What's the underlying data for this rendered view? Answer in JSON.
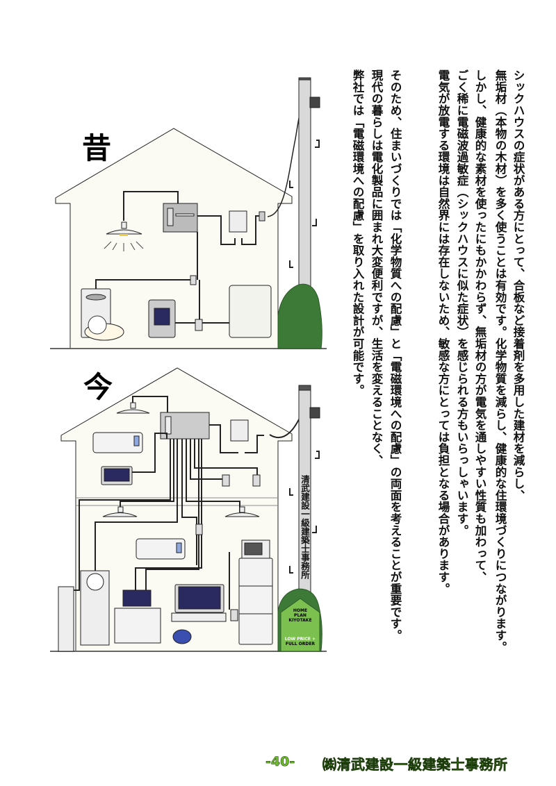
{
  "illustration": {
    "before_label": "昔",
    "after_label": "今",
    "pole_sign": "清武建設一級建築士事務所",
    "logo": {
      "line1": "HOME",
      "line2": "PLAN",
      "line3": "KIYOTAKE",
      "tagline1": "LOW PRICE +",
      "tagline2": "FULL ORDER"
    }
  },
  "body": {
    "columns": [
      "シックハウスの症状がある方にとって、合板など接着剤を多用した建材を減らし、",
      "無垢材（本物の木材）を多く使うことは有効です。化学物質を減らし、健康的な住環境づくりにつながります。",
      "しかし、健康的な素材を使ったにもかかわらず、無垢材の方が電気を通しやすい性質も加わって、",
      "ごく稀に電磁波過敏症（シックハウスに似た症状）を感じられる方もいらっしゃいます。",
      "電気が放電する環境は自然界には存在しないため、敏感な方にとっては負担となる場合があります。",
      "そのため、住まいづくりでは「化学物質への配慮」と「電磁環境への配慮」の両面を考えることが重要です。",
      "現代の暮らしは電化製品に囲まれ大変便利ですが、生活を変えることなく、",
      "弊社では「電磁環境への配慮」を取り入れた設計が可能です。"
    ]
  },
  "footer": {
    "page_number": "-40-",
    "company": "㈱清武建設一級建築士事務所"
  },
  "colors": {
    "house_fill": "#fbfbf3",
    "tree": "#3d7a37",
    "pole": "#d9d9d9",
    "footer_green": "#7cc93a"
  }
}
